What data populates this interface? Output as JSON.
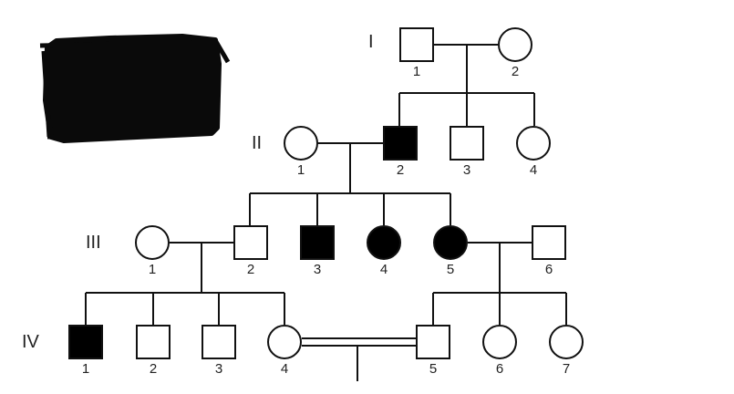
{
  "pedigree": {
    "generations": [
      {
        "label": "I",
        "individuals": [
          {
            "id": "I-1",
            "number": "1",
            "sex": "male",
            "affected": false
          },
          {
            "id": "I-2",
            "number": "2",
            "sex": "female",
            "affected": false
          }
        ]
      },
      {
        "label": "II",
        "individuals": [
          {
            "id": "II-1",
            "number": "1",
            "sex": "female",
            "affected": false
          },
          {
            "id": "II-2",
            "number": "2",
            "sex": "male",
            "affected": true
          },
          {
            "id": "II-3",
            "number": "3",
            "sex": "male",
            "affected": false
          },
          {
            "id": "II-4",
            "number": "4",
            "sex": "female",
            "affected": false
          }
        ]
      },
      {
        "label": "III",
        "individuals": [
          {
            "id": "III-1",
            "number": "1",
            "sex": "female",
            "affected": false
          },
          {
            "id": "III-2",
            "number": "2",
            "sex": "male",
            "affected": false
          },
          {
            "id": "III-3",
            "number": "3",
            "sex": "male",
            "affected": true
          },
          {
            "id": "III-4",
            "number": "4",
            "sex": "female",
            "affected": true
          },
          {
            "id": "III-5",
            "number": "5",
            "sex": "female",
            "affected": true
          },
          {
            "id": "III-6",
            "number": "6",
            "sex": "male",
            "affected": false
          }
        ]
      },
      {
        "label": "IV",
        "individuals": [
          {
            "id": "IV-1",
            "number": "1",
            "sex": "male",
            "affected": true
          },
          {
            "id": "IV-2",
            "number": "2",
            "sex": "male",
            "affected": false
          },
          {
            "id": "IV-3",
            "number": "3",
            "sex": "male",
            "affected": false
          },
          {
            "id": "IV-4",
            "number": "4",
            "sex": "female",
            "affected": false
          },
          {
            "id": "IV-5",
            "number": "5",
            "sex": "male",
            "affected": false
          },
          {
            "id": "IV-6",
            "number": "6",
            "sex": "female",
            "affected": false
          },
          {
            "id": "IV-7",
            "number": "7",
            "sex": "female",
            "affected": false
          }
        ]
      }
    ],
    "matings": [
      {
        "partners": [
          "I-1",
          "I-2"
        ],
        "consanguineous": false,
        "children": [
          "II-2",
          "II-3",
          "II-4"
        ]
      },
      {
        "partners": [
          "II-1",
          "II-2"
        ],
        "consanguineous": false,
        "children": [
          "III-2",
          "III-3",
          "III-4",
          "III-5"
        ]
      },
      {
        "partners": [
          "III-1",
          "III-2"
        ],
        "consanguineous": false,
        "children": [
          "IV-1",
          "IV-2",
          "IV-3",
          "IV-4"
        ]
      },
      {
        "partners": [
          "III-5",
          "III-6"
        ],
        "consanguineous": false,
        "children": [
          "IV-5",
          "IV-6",
          "IV-7"
        ]
      },
      {
        "partners": [
          "IV-4",
          "IV-5"
        ],
        "consanguineous": true,
        "children": []
      }
    ],
    "colors": {
      "affected": "#000000",
      "unaffected": "#ffffff",
      "line": "#111111"
    }
  }
}
